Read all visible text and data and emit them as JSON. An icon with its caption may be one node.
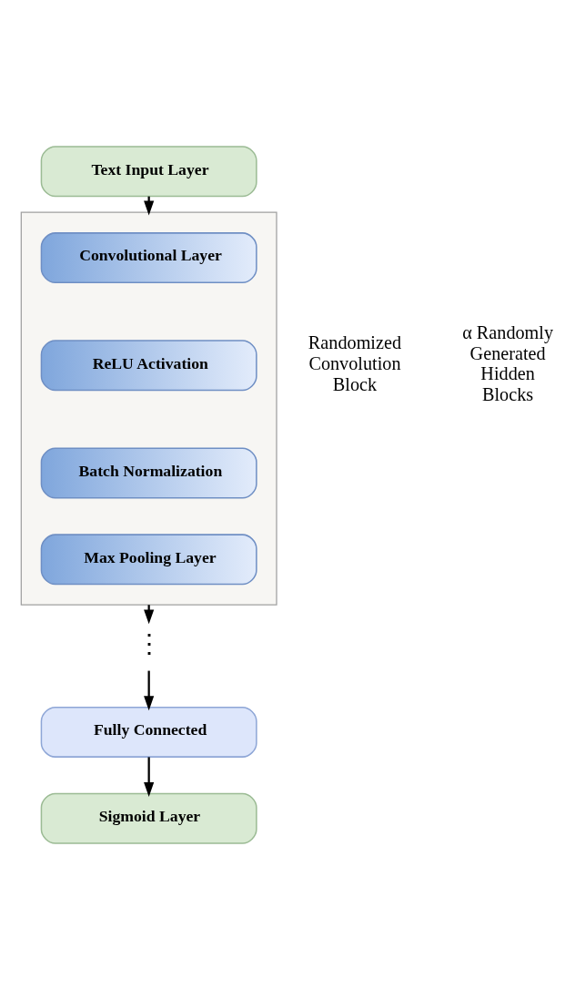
{
  "diagram": {
    "nodes": [
      {
        "text": [
          "Text Input Layer"
        ]
      },
      {
        "text": [],
        "shape": "box"
      },
      {
        "text": [
          "Convolutional Layer"
        ],
        "in": 1
      },
      {
        "text": [
          "ReLU Activation"
        ],
        "in": 1
      },
      {
        "text": [
          "Batch Normalization"
        ],
        "in": 1
      },
      {
        "text": [
          "Max Pooling Layer"
        ],
        "in": 1
      },
      {
        "text": [
          "⋮"
        ]
      },
      {
        "text": [
          "Fully Connected"
        ]
      },
      {
        "text": [
          "Sigmoid Layer"
        ]
      }
    ],
    "edges": [
      {
        "from": 0,
        "to": 1,
        "arrow": "to"
      },
      {
        "from": 1,
        "to": 6,
        "arrow": "to"
      },
      {
        "from": 6,
        "to": 7,
        "arrow": "to"
      },
      {
        "from": 7,
        "to": 8,
        "arrow": "to"
      }
    ],
    "labels": [
      "Randomized Convolution Block",
      "α Randomly Generated Hidden Blocks"
    ]
  }
}
